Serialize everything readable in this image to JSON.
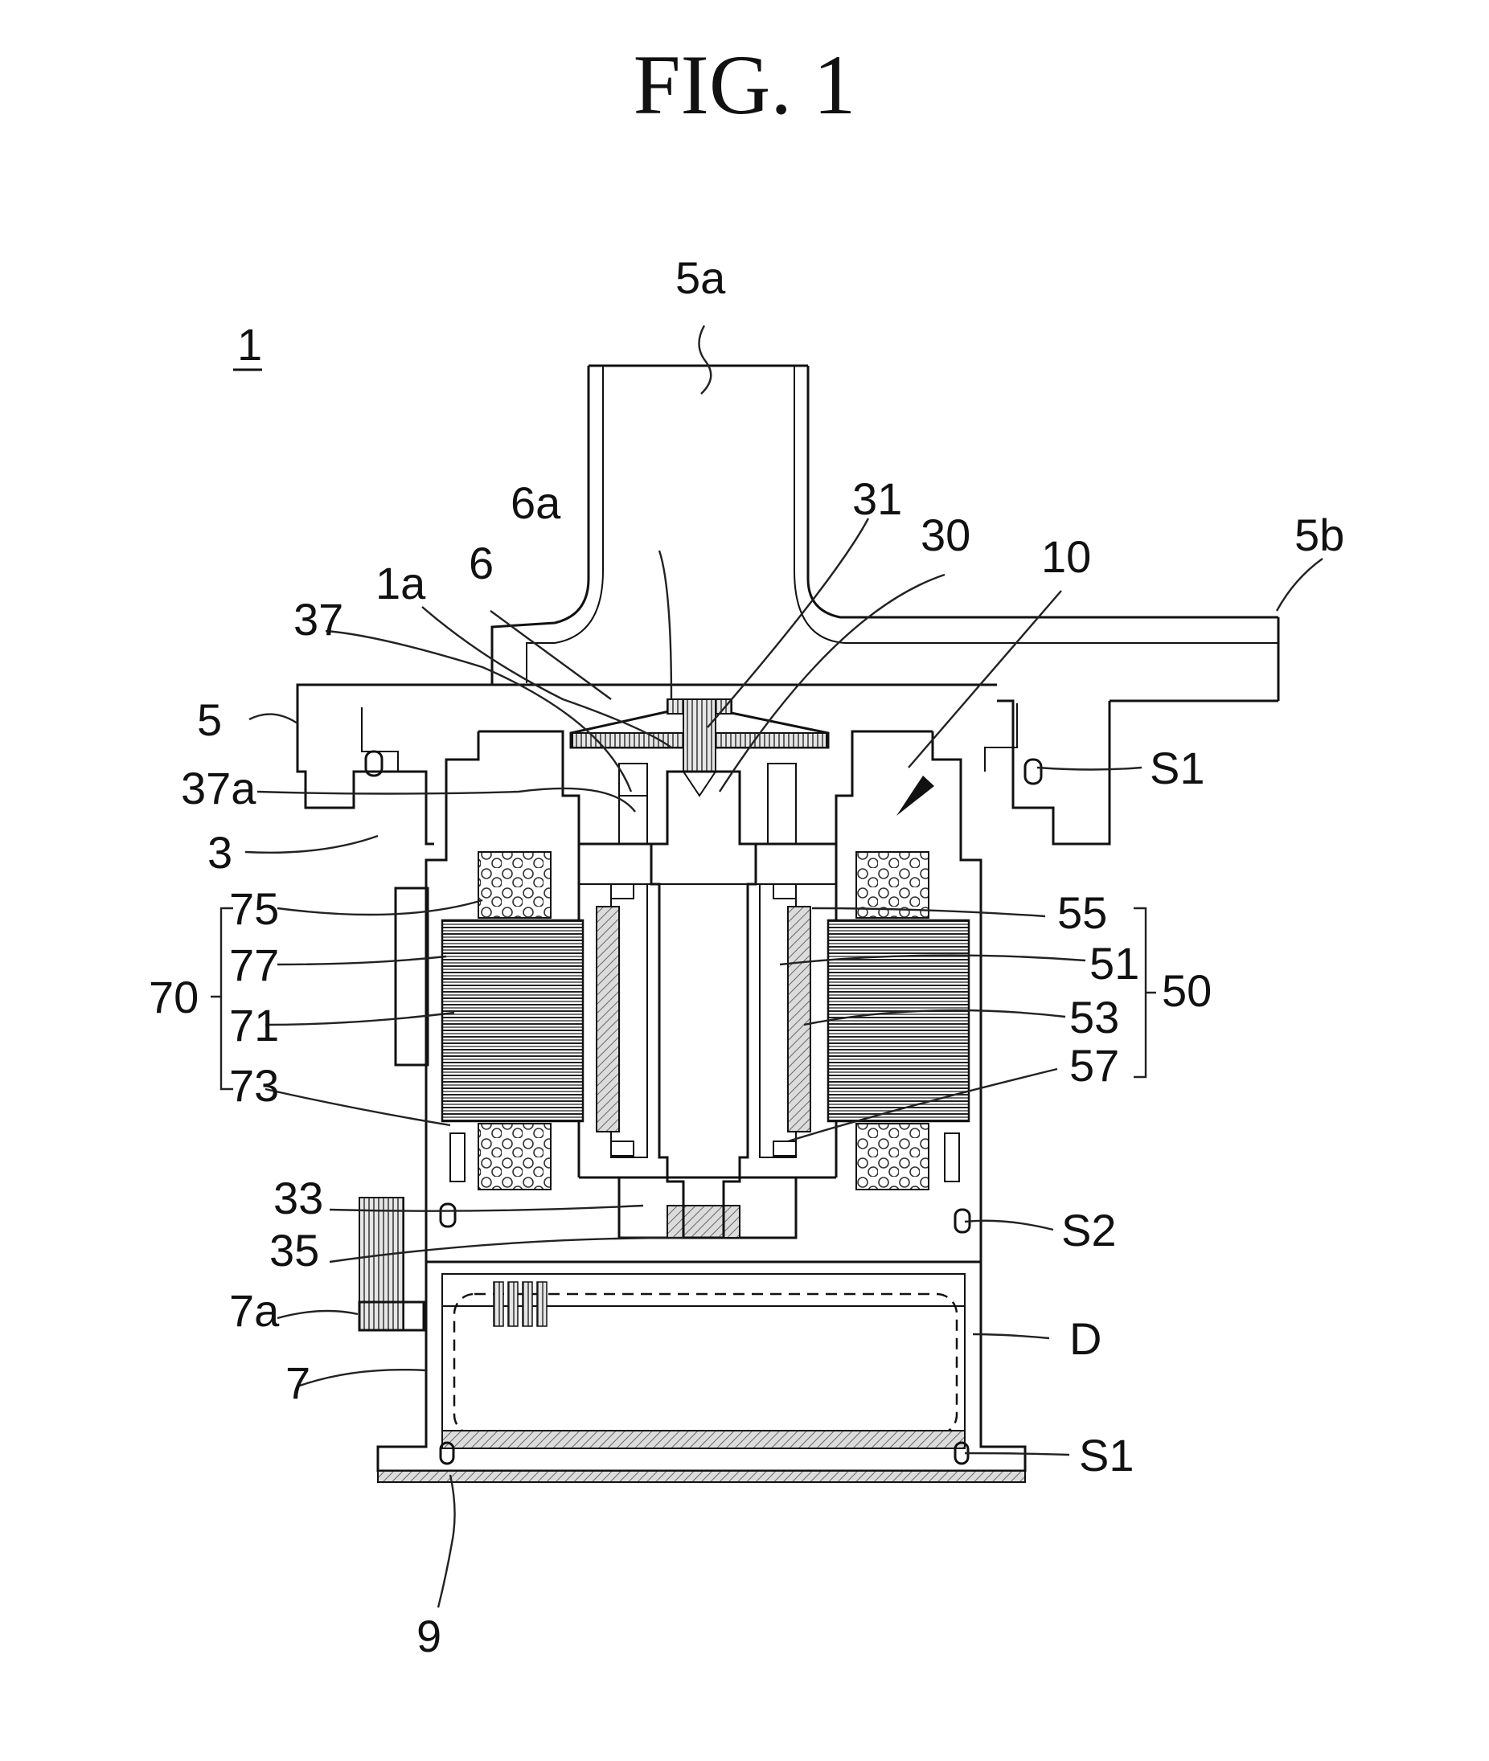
{
  "figure": {
    "title": "FIG. 1",
    "ref_numeral": "1"
  },
  "labels": {
    "l_5a": "5a",
    "l_5b": "5b",
    "l_6a": "6a",
    "l_31": "31",
    "l_30": "30",
    "l_10": "10",
    "l_1a": "1a",
    "l_6": "6",
    "l_37": "37",
    "l_5": "5",
    "l_37a": "37a",
    "l_3": "3",
    "l_75": "75",
    "l_77": "77",
    "l_70": "70",
    "l_71": "71",
    "l_73": "73",
    "l_33": "33",
    "l_35": "35",
    "l_7a": "7a",
    "l_7": "7",
    "l_9": "9",
    "l_S1_top": "S1",
    "l_55": "55",
    "l_51": "51",
    "l_50": "50",
    "l_53": "53",
    "l_57": "57",
    "l_S2": "S2",
    "l_D": "D",
    "l_S1_bottom": "S1"
  },
  "colors": {
    "ink": "#111111",
    "background": "#ffffff"
  }
}
